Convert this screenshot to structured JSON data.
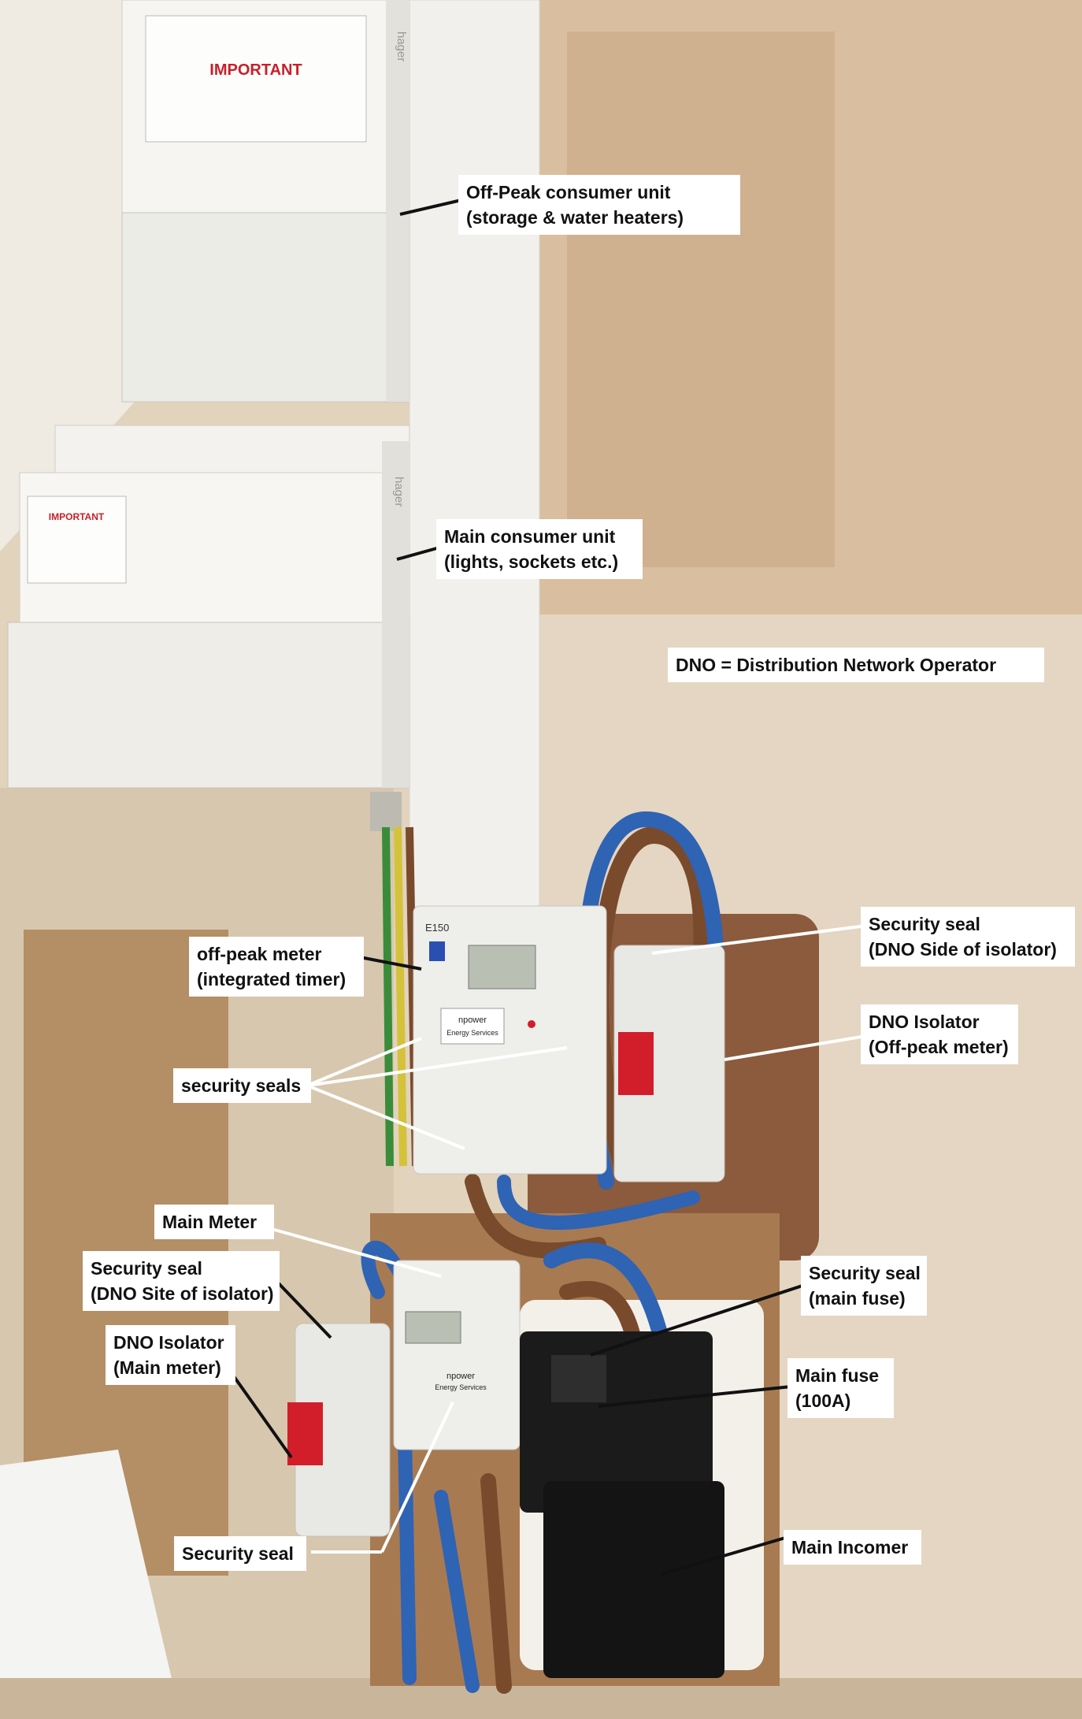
{
  "photo": {
    "description_hidden": false,
    "colors": {
      "wall_plaster": "#dcc3a6",
      "wall_patch": "#efe5d6",
      "consumer_unit": "#f5f5f2",
      "meter_body": "#ecece8",
      "backboard": "#8c5a3c",
      "cable_blue": "#2f63b4",
      "cable_brown": "#7a4a2c",
      "fuse_black": "#1b1b1b",
      "isolator_red": "#d21e2a"
    }
  },
  "annotations": {
    "offpeak_cu": [
      "Off-Peak consumer unit",
      "(storage & water heaters)"
    ],
    "main_cu": [
      "Main consumer unit",
      "(lights, sockets etc.)"
    ],
    "dno_definition": [
      "DNO = Distribution Network Operator"
    ],
    "offpeak_meter": [
      "off-peak meter",
      "(integrated timer)"
    ],
    "security_seals": [
      "security seals"
    ],
    "seal_dno_side": [
      "Security seal",
      "(DNO Side of isolator)"
    ],
    "dno_isolator_offpeak": [
      "DNO Isolator",
      "(Off-peak meter)"
    ],
    "main_meter": [
      "Main Meter"
    ],
    "seal_dno_site": [
      "Security seal",
      "(DNO Site of isolator)"
    ],
    "dno_isolator_main": [
      "DNO Isolator",
      "(Main meter)"
    ],
    "seal_main_fuse": [
      "Security seal",
      "(main fuse)"
    ],
    "main_fuse": [
      "Main fuse",
      "(100A)"
    ],
    "main_incomer": [
      "Main Incomer"
    ],
    "security_seal_bottom": [
      "Security seal"
    ]
  },
  "device_text": {
    "cu_brand": "hager",
    "cu_notice_heading": "IMPORTANT",
    "meter_model": "E150",
    "meter_supplier": "npower",
    "meter_supplier_sub": "Energy Services"
  }
}
